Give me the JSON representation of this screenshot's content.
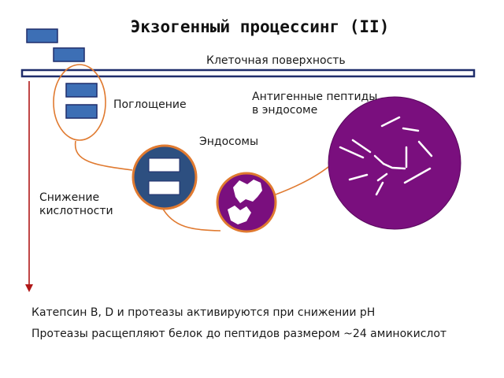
{
  "title": "Экзогенный процессинг (II)",
  "labels": {
    "cell_surface": "Клеточная поверхность",
    "uptake": "Поглощение",
    "endosomes": "Эндосомы",
    "antigenic_peptides_line1": "Антигенные пептиды",
    "antigenic_peptides_line2": "в эндосоме",
    "acidity_line1": "Снижение",
    "acidity_line2": "кислотности"
  },
  "notes": {
    "line1": "Катепсин B, D и протеазы активируются при снижении pH",
    "line2": "Протеазы расщепляют белок до пептидов размером ~24 аминокислот"
  },
  "colors": {
    "membrane": "#1f2d6b",
    "protein_block": "#3d6fb5",
    "endosome_early": "#2d4f80",
    "endosome_late": "#7a0f7e",
    "orange_outline": "#e07a30",
    "arrow": "#b01818"
  }
}
